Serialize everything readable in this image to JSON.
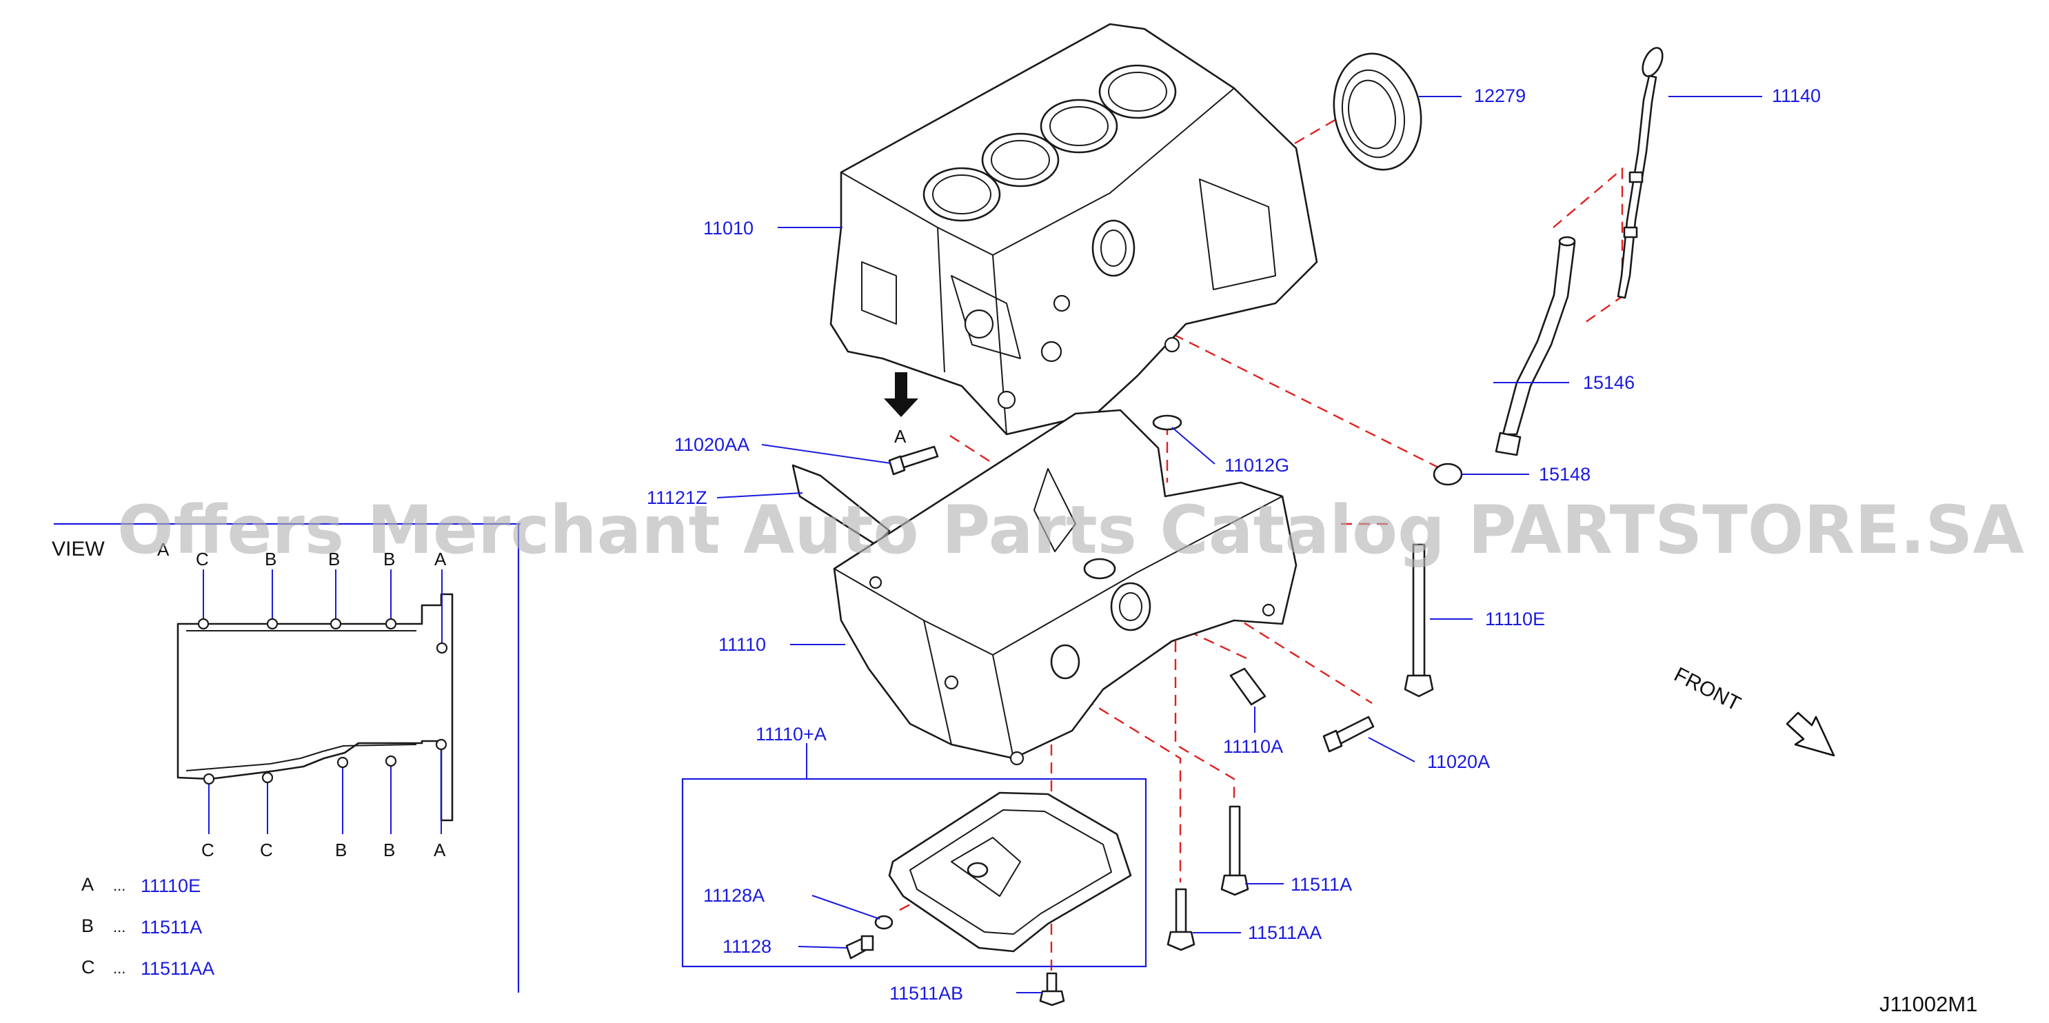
{
  "diagram": {
    "code": "J11002M1",
    "front_label": "FRONT",
    "watermark": "Offers Merchant Auto Parts Catalog PARTSTORE.SA",
    "view_arrow_letter": "A",
    "parts": [
      {
        "id": "p11010",
        "number": "11010"
      },
      {
        "id": "p12279",
        "number": "12279"
      },
      {
        "id": "p11140",
        "number": "11140"
      },
      {
        "id": "p15146",
        "number": "15146"
      },
      {
        "id": "p15148",
        "number": "15148"
      },
      {
        "id": "p11020AA",
        "number": "11020AA"
      },
      {
        "id": "p11012G",
        "number": "11012G"
      },
      {
        "id": "p11121Z",
        "number": "11121Z"
      },
      {
        "id": "p11110",
        "number": "11110"
      },
      {
        "id": "p11110E",
        "number": "11110E"
      },
      {
        "id": "p11110A",
        "number": "11110A"
      },
      {
        "id": "p11020A",
        "number": "11020A"
      },
      {
        "id": "p11110plusA",
        "number": "11110+A"
      },
      {
        "id": "p11128A",
        "number": "11128A"
      },
      {
        "id": "p11128",
        "number": "11128"
      },
      {
        "id": "p11511A",
        "number": "11511A"
      },
      {
        "id": "p11511AA",
        "number": "11511AA"
      },
      {
        "id": "p11511AB",
        "number": "11511AB"
      }
    ],
    "view": {
      "title": "VIEW",
      "letter": "A",
      "top_labels": [
        "C",
        "B",
        "B",
        "B",
        "A"
      ],
      "bottom_labels": [
        "C",
        "C",
        "B",
        "B",
        "A"
      ],
      "legend": [
        {
          "key": "A",
          "dots": "...",
          "part": "11110E"
        },
        {
          "key": "B",
          "dots": "...",
          "part": "11511A"
        },
        {
          "key": "C",
          "dots": "...",
          "part": "11511AA"
        }
      ]
    }
  }
}
